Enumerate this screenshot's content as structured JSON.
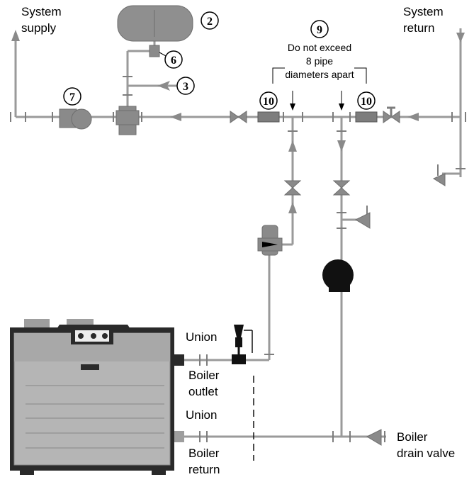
{
  "labels": {
    "system_supply": [
      "System",
      "supply"
    ],
    "system_return": [
      "System",
      "return"
    ],
    "note": [
      "Do not exceed",
      "8 pipe",
      "diameters apart"
    ],
    "union_top": "Union",
    "boiler_outlet": [
      "Boiler",
      "outlet"
    ],
    "union_bottom": "Union",
    "boiler_return": [
      "Boiler",
      "return"
    ],
    "boiler_drain_valve": [
      "Boiler",
      "drain valve"
    ]
  },
  "callouts": {
    "expansion_tank": "2",
    "air_vent": "6",
    "makeup": "3",
    "note_num": "9",
    "pump": "7",
    "tee_left": "10",
    "tee_right": "10"
  },
  "colors": {
    "pipe": "#9a9a9a",
    "component": "#8a8a8a",
    "boiler_body": "#b5b5b5",
    "boiler_dark": "#2a2a2a",
    "boiler_pump": "#111111"
  }
}
